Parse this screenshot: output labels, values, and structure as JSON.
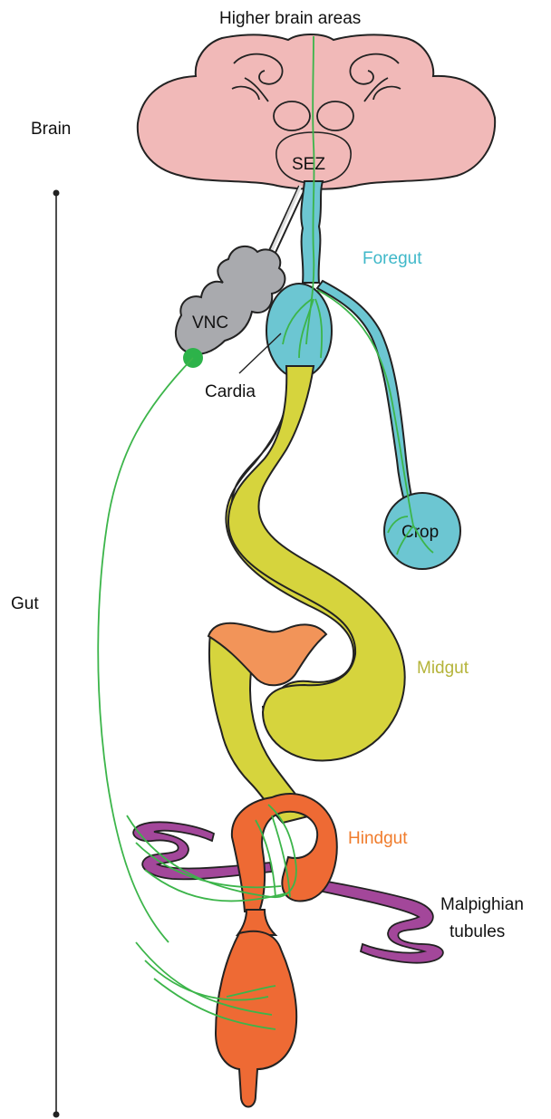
{
  "title": "Higher brain areas",
  "labels": {
    "brain_region": "Brain",
    "gut_region": "Gut",
    "sez": "SEZ",
    "vnc": "VNC",
    "cardia": "Cardia",
    "foregut": "Foregut",
    "crop": "Crop",
    "midgut": "Midgut",
    "hindgut": "Hindgut",
    "malpighian_line1": "Malpighian",
    "malpighian_line2": "tubules"
  },
  "colors": {
    "brain": "#f1b9b8",
    "foregut": "#6cc6d2",
    "midgut": "#d6d43d",
    "midgut_label": "#b5b43a",
    "midgut_bend": "#f29459",
    "hindgut": "#ee6a34",
    "malpighian": "#a3479a",
    "vnc": "#a9aaae",
    "neuron": "#3cb54a",
    "neuron_soma": "#2db34a",
    "foregut_label": "#3fb8c9",
    "hindgut_label": "#f07c2c"
  }
}
